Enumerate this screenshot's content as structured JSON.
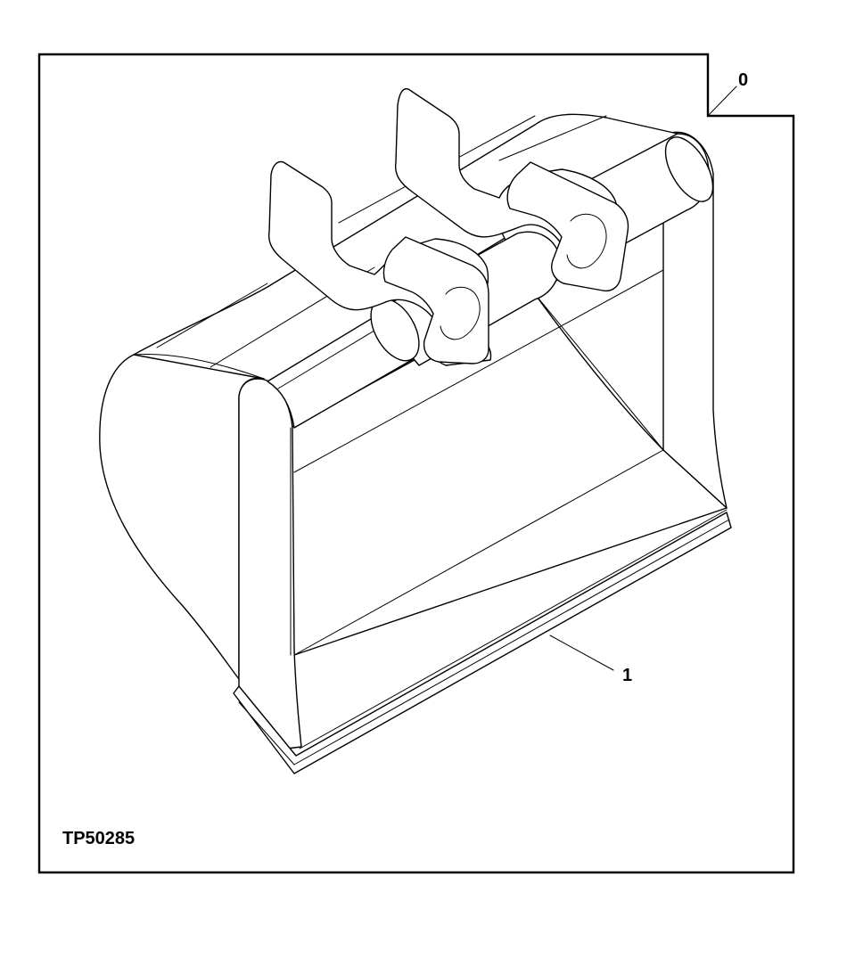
{
  "figure": {
    "id_label": "TP50285",
    "callouts": [
      {
        "number": "0",
        "part": "bucket-assembly"
      },
      {
        "number": "1",
        "part": "cutting-edge"
      }
    ]
  }
}
